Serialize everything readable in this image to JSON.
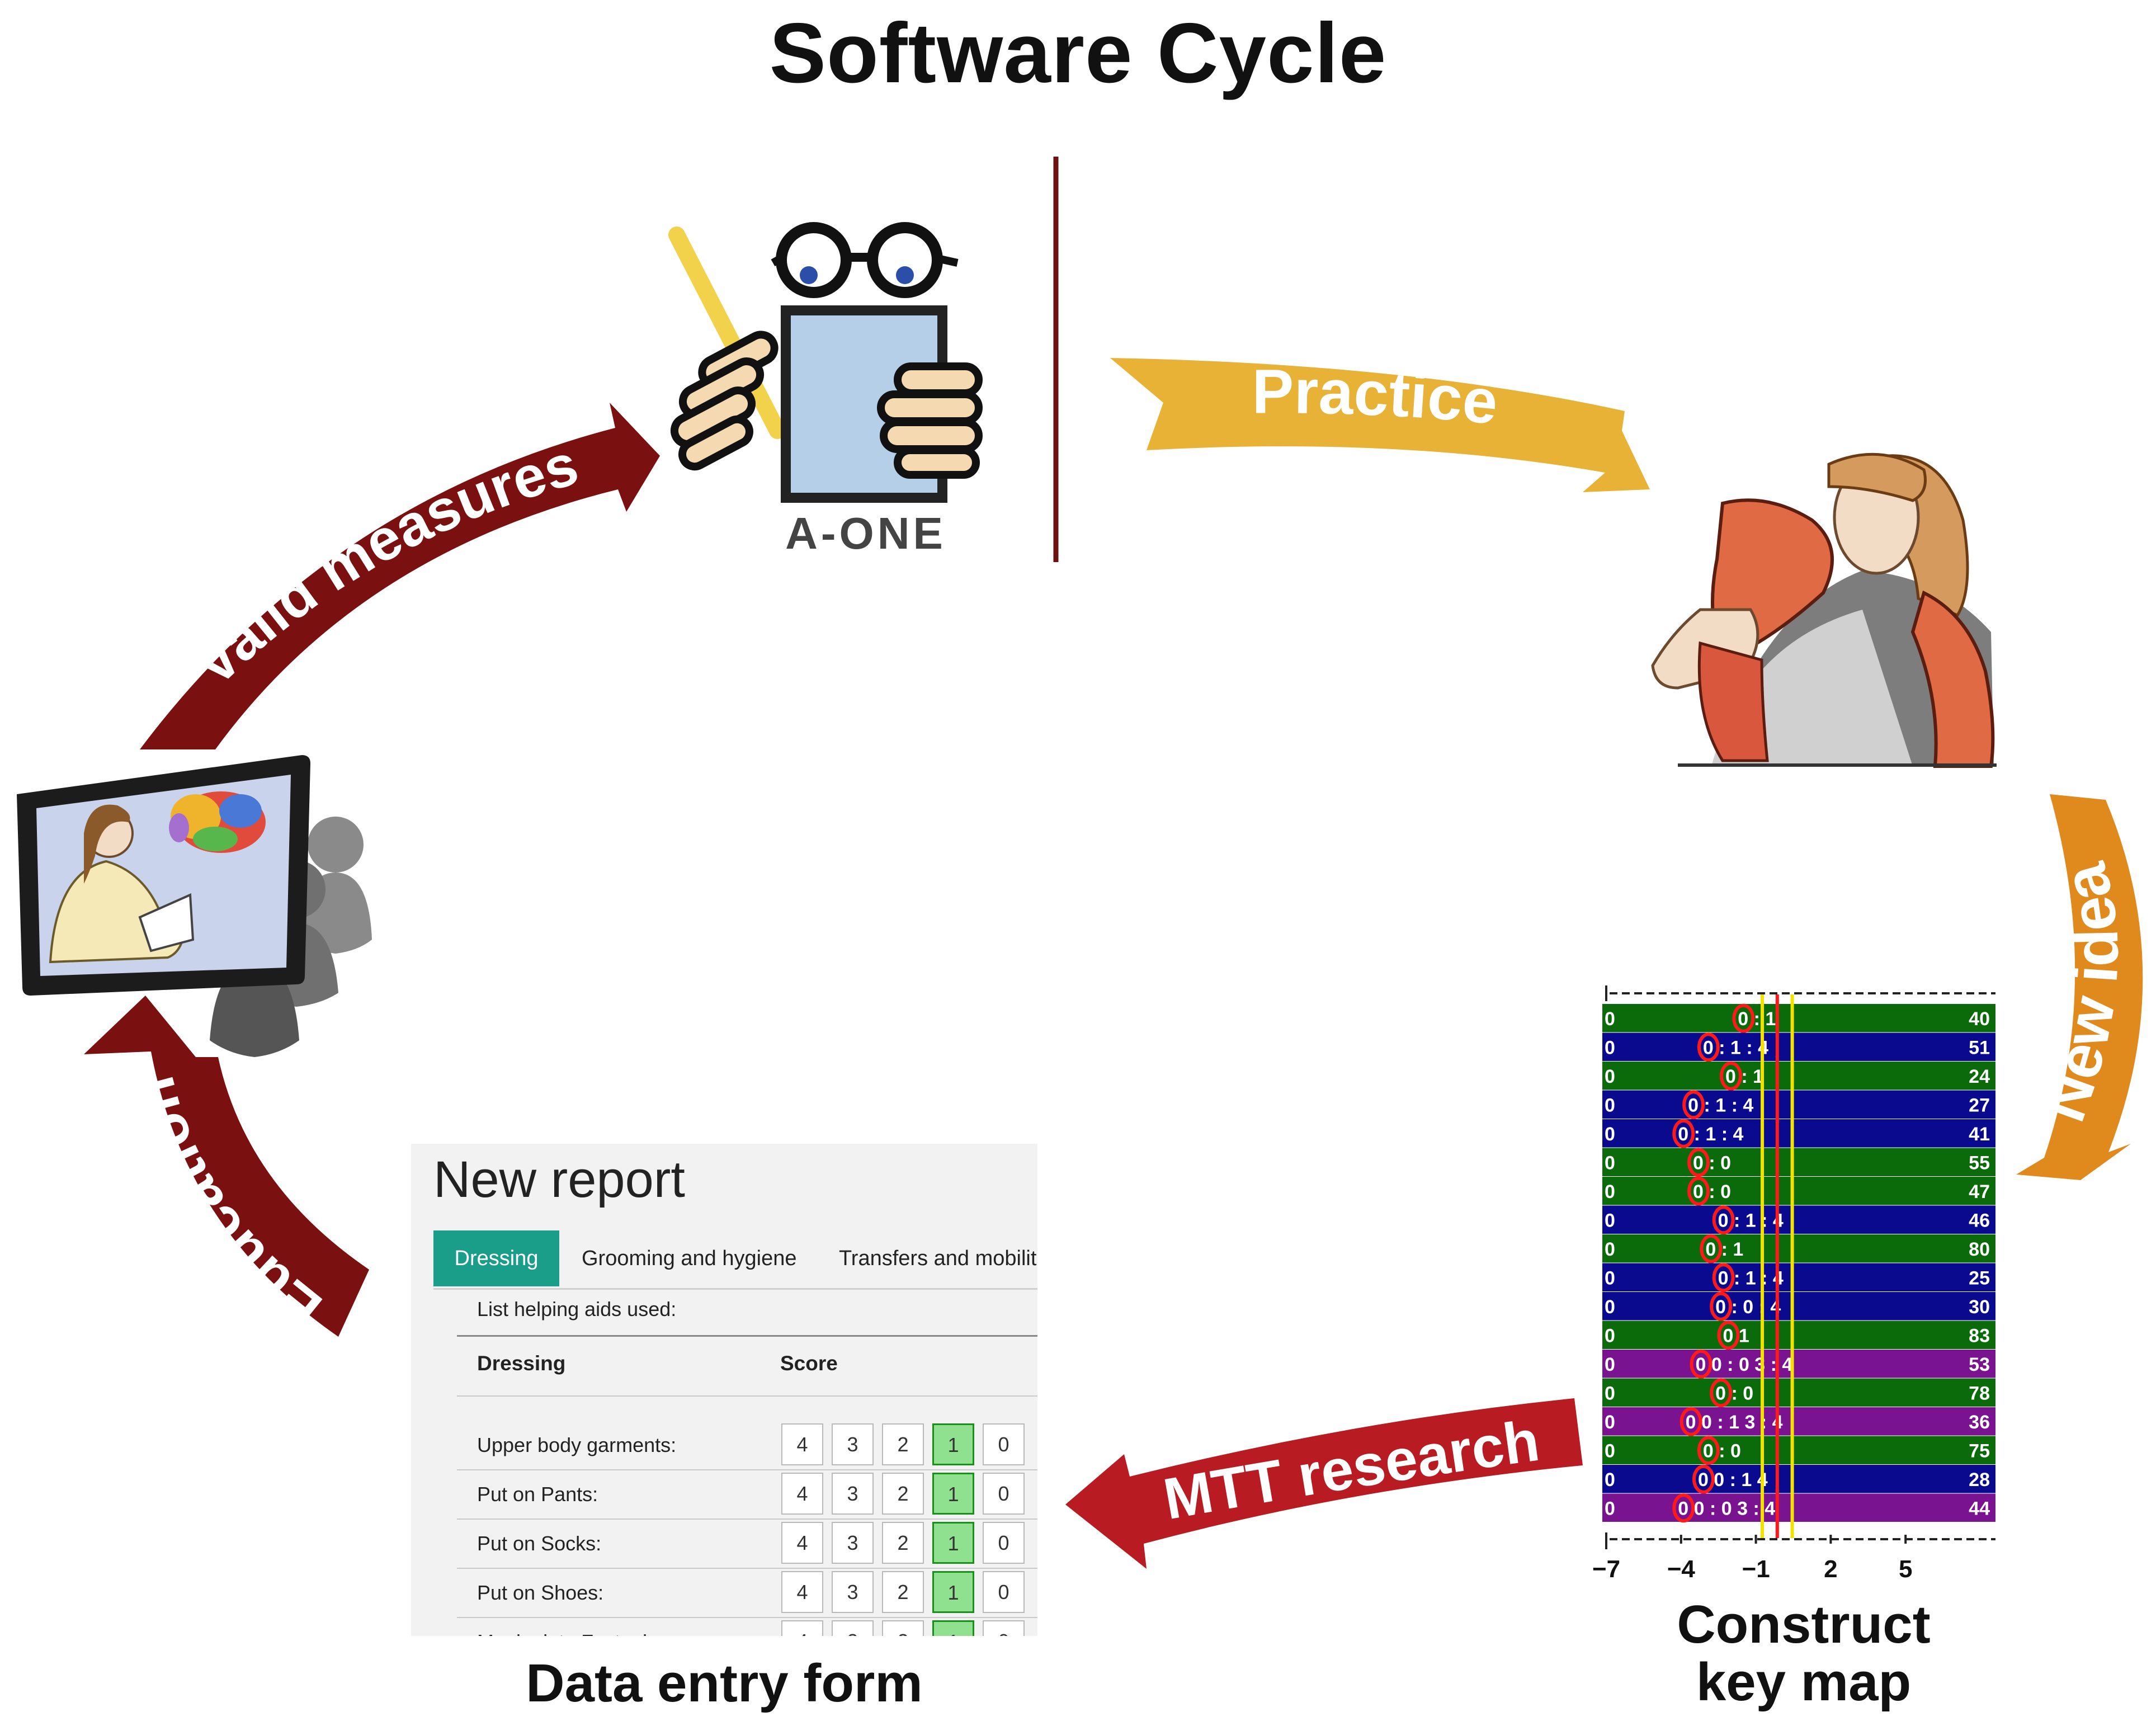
{
  "title": "Software Cycle",
  "arrows": {
    "practice": "Practice",
    "new_idea": "New idea",
    "mtt_research": "MTT research",
    "education": "Education",
    "valid_measures": "Valid measures"
  },
  "colors": {
    "practice": "#e7b236",
    "new_idea": "#e08a1e",
    "dark_red": "#7a1010",
    "mtt_red": "#b81b22",
    "form_tab": "#1a9e8a",
    "km_green": "#0b6b0b",
    "km_blue": "#0a0a8f",
    "km_purple": "#7a1390",
    "score_selected": "#8fe08f"
  },
  "aone_label": "A-ONE",
  "form": {
    "title": "New report",
    "tabs": [
      "Dressing",
      "Grooming and hygiene",
      "Transfers and mobilit"
    ],
    "aids_label": "List helping aids used:",
    "col_item": "Dressing",
    "col_score": "Score",
    "score_options": [
      "4",
      "3",
      "2",
      "1",
      "0"
    ],
    "selected_score": "1",
    "rows": [
      "Upper body garments:",
      "Put on Pants:",
      "Put on Socks:",
      "Put on Shoes:",
      "Manipulate Fastenings:"
    ]
  },
  "captions": {
    "form": "Data entry form",
    "keymap_line1": "Construct",
    "keymap_line2": "key map"
  },
  "keymap": {
    "axis_labels": [
      "−7",
      "−4",
      "−1",
      "2",
      "5"
    ],
    "axis_values": [
      -7,
      -4,
      -1,
      2,
      5
    ],
    "rows": [
      {
        "color": "green",
        "text": "0 : 1",
        "circle": -1.5,
        "count": "40"
      },
      {
        "color": "blue",
        "text": "0 : 1 : 4",
        "circle": -2.9,
        "count": "51"
      },
      {
        "color": "green",
        "text": "0 : 1",
        "circle": -2.0,
        "count": "24"
      },
      {
        "color": "blue",
        "text": "0 : 1 : 4",
        "circle": -3.5,
        "count": "27"
      },
      {
        "color": "blue",
        "text": "0 : 1 : 4",
        "circle": -3.9,
        "count": "41"
      },
      {
        "color": "green",
        "text": "0 : 0",
        "circle": -3.3,
        "count": "55"
      },
      {
        "color": "green",
        "text": "0 : 0",
        "circle": -3.3,
        "count": "47"
      },
      {
        "color": "blue",
        "text": "0 : 1 : 4",
        "circle": -2.3,
        "count": "46"
      },
      {
        "color": "green",
        "text": "0 : 1",
        "circle": -2.8,
        "count": "80"
      },
      {
        "color": "blue",
        "text": "0 : 1 : 4",
        "circle": -2.3,
        "count": "25"
      },
      {
        "color": "blue",
        "text": "0 : 0 : 4",
        "circle": -2.4,
        "count": "30"
      },
      {
        "color": "green",
        "text": "0 1",
        "circle": -2.1,
        "count": "83"
      },
      {
        "color": "purple",
        "text": "0 0 : 0 3 : 4",
        "circle": -3.2,
        "count": "53"
      },
      {
        "color": "green",
        "text": "0 : 0",
        "circle": -2.4,
        "count": "78"
      },
      {
        "color": "purple",
        "text": "0 0 : 1 3 : 4",
        "circle": -3.6,
        "count": "36"
      },
      {
        "color": "green",
        "text": "0 : 0",
        "circle": -2.9,
        "count": "75"
      },
      {
        "color": "blue",
        "text": "0 0 : 1 4",
        "circle": -3.1,
        "count": "28"
      },
      {
        "color": "purple",
        "text": "0 0 : 0 3 : 4",
        "circle": -3.9,
        "count": "44"
      }
    ]
  }
}
